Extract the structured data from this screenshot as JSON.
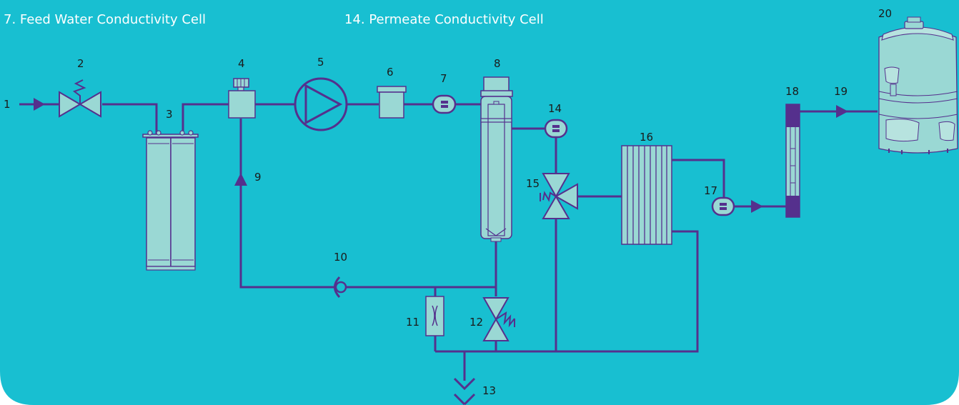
{
  "captions": {
    "feed": "7. Feed Water Conductivity Cell",
    "permeate": "14. Permeate Conductivity Cell"
  },
  "labels": {
    "n1": "1",
    "n2": "2",
    "n3": "3",
    "n4": "4",
    "n5": "5",
    "n6": "6",
    "n7": "7",
    "n8": "8",
    "n9": "9",
    "n10": "10",
    "n11": "11",
    "n12": "12",
    "n13": "13",
    "n14": "14",
    "n15": "15",
    "n16": "16",
    "n17": "17",
    "n18": "18",
    "n19": "19",
    "n20": "20"
  },
  "colors": {
    "background": "#18bfd1",
    "pipe": "#55308d",
    "component_fill": "#9ad8d4",
    "label": "#1b1b1b",
    "caption": "#ffffff"
  }
}
